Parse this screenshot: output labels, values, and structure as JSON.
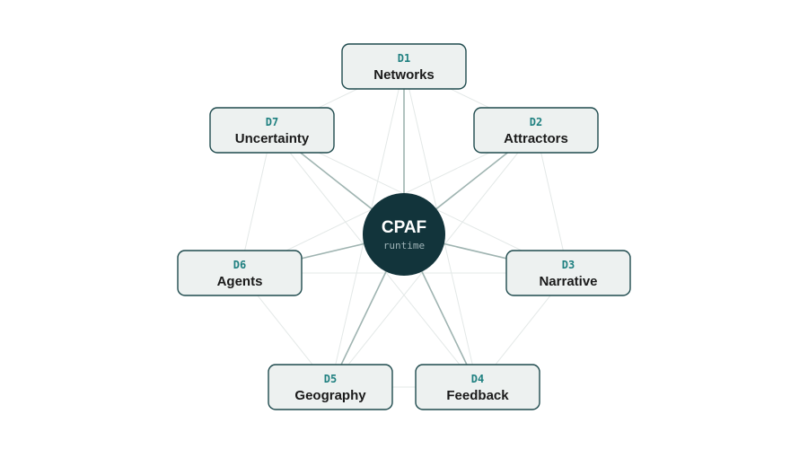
{
  "diagram": {
    "hub": {
      "title": "CPAF",
      "subtitle": "runtime"
    },
    "nodes": [
      {
        "code": "D1",
        "label": "Networks"
      },
      {
        "code": "D2",
        "label": "Attractors"
      },
      {
        "code": "D3",
        "label": "Narrative"
      },
      {
        "code": "D4",
        "label": "Feedback"
      },
      {
        "code": "D5",
        "label": "Geography"
      },
      {
        "code": "D6",
        "label": "Agents"
      },
      {
        "code": "D7",
        "label": "Uncertainty"
      }
    ],
    "edges": {
      "hub_to_node": [
        "D1",
        "D2",
        "D3",
        "D4",
        "D5",
        "D6",
        "D7"
      ],
      "ring": [
        [
          "D1",
          "D2"
        ],
        [
          "D2",
          "D3"
        ],
        [
          "D3",
          "D4"
        ],
        [
          "D4",
          "D5"
        ],
        [
          "D5",
          "D6"
        ],
        [
          "D6",
          "D7"
        ],
        [
          "D7",
          "D1"
        ]
      ],
      "chords": [
        [
          "D1",
          "D4"
        ],
        [
          "D1",
          "D5"
        ],
        [
          "D2",
          "D5"
        ],
        [
          "D2",
          "D6"
        ],
        [
          "D3",
          "D6"
        ],
        [
          "D3",
          "D7"
        ],
        [
          "D4",
          "D7"
        ]
      ]
    }
  },
  "colors": {
    "hub_fill": "#12343b",
    "hub_text": "#ffffff",
    "hub_subtext": "#9fb3b7",
    "node_fill": "#edf1f0",
    "node_border": "#1e4a4d",
    "node_code": "#1f8080",
    "node_label": "#1a1a1a",
    "spoke": "#9fb4b1",
    "faint": "#e3e8e7"
  }
}
